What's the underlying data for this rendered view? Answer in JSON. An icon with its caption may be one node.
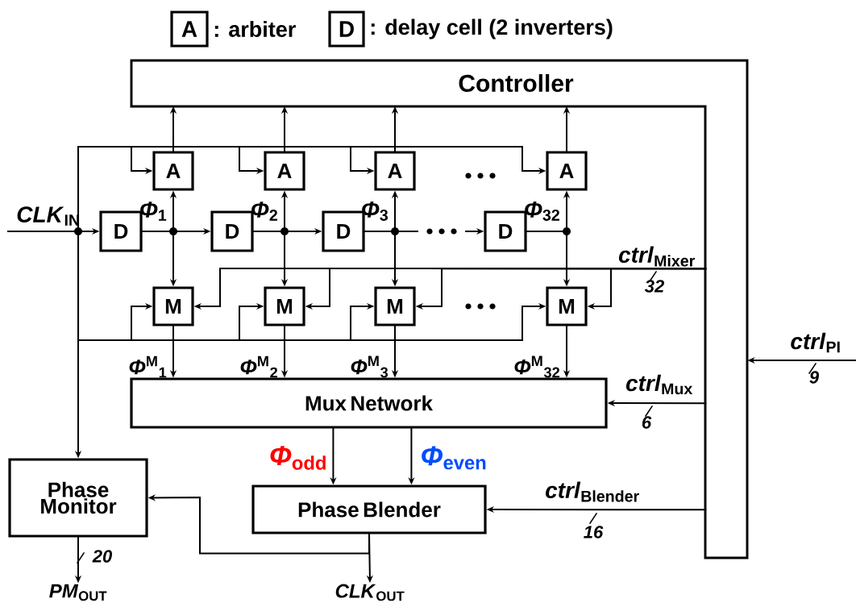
{
  "diagram": {
    "nodes": [
      {
        "text": [
          "A"
        ],
        "beside": [
          ": arbiter"
        ]
      },
      {
        "text": [
          "D"
        ],
        "beside": [
          ": delay cell (2 inverters)"
        ]
      },
      {
        "text": [
          "Controller"
        ]
      },
      {
        "text": [
          "A"
        ]
      },
      {
        "text": [
          "A"
        ]
      },
      {
        "text": [
          "A"
        ]
      },
      {
        "text": [
          "A"
        ]
      },
      {
        "text": [
          "D"
        ]
      },
      {
        "text": [
          "D"
        ]
      },
      {
        "text": [
          "D"
        ]
      },
      {
        "text": [
          "D"
        ]
      },
      {
        "text": [
          "M"
        ]
      },
      {
        "text": [
          "M"
        ]
      },
      {
        "text": [
          "M"
        ]
      },
      {
        "text": [
          "M"
        ]
      },
      {
        "text": [
          "Mux Network"
        ]
      },
      {
        "text": [
          "Phase Monitor"
        ]
      },
      {
        "text": [
          "Phase Blender"
        ]
      },
      {
        "text": [
          "*CLK*$_{OUT}$"
        ]
      },
      {
        "text": [
          "*PM*$_{OUT}$"
        ]
      }
    ],
    "edges": [
      {
        "from": null,
        "to": 7,
        "arrow": "to",
        "label": "*CLK*$_{IN}$"
      },
      {
        "from": null,
        "to": 3,
        "arrow": "to"
      },
      {
        "from": null,
        "to": 4,
        "arrow": "to"
      },
      {
        "from": null,
        "to": 5,
        "arrow": "to"
      },
      {
        "from": null,
        "to": 6,
        "arrow": "to"
      },
      {
        "from": null,
        "to": 11,
        "arrow": "to"
      },
      {
        "from": null,
        "to": 12,
        "arrow": "to"
      },
      {
        "from": null,
        "to": 13,
        "arrow": "to"
      },
      {
        "from": null,
        "to": 14,
        "arrow": "to"
      },
      {
        "from": null,
        "to": 16,
        "arrow": "to"
      },
      {
        "from": 7,
        "to": 3,
        "arrow": "to"
      },
      {
        "from": 7,
        "to": 11,
        "arrow": "to"
      },
      {
        "from": 7,
        "to": 8,
        "arrow": "to"
      },
      {
        "from": 8,
        "to": 4,
        "arrow": "to"
      },
      {
        "from": 8,
        "to": 12,
        "arrow": "to"
      },
      {
        "from": 8,
        "to": 9,
        "arrow": "to"
      },
      {
        "from": 9,
        "to": 5,
        "arrow": "to"
      },
      {
        "from": 9,
        "to": 13,
        "arrow": "to"
      },
      {
        "from": 9,
        "to": 10,
        "arrow": "to"
      },
      {
        "from": 10,
        "to": 6,
        "arrow": "to"
      },
      {
        "from": 10,
        "to": 14,
        "arrow": "to"
      },
      {
        "from": 3,
        "to": 2,
        "arrow": "to"
      },
      {
        "from": 4,
        "to": 2,
        "arrow": "to"
      },
      {
        "from": 5,
        "to": 2,
        "arrow": "to"
      },
      {
        "from": 6,
        "to": 2,
        "arrow": "to"
      },
      {
        "from": 2,
        "to": 11,
        "arrow": "to"
      },
      {
        "from": 2,
        "to": 12,
        "arrow": "to"
      },
      {
        "from": 2,
        "to": 13,
        "arrow": "to"
      },
      {
        "from": 2,
        "to": 14,
        "arrow": "to",
        "label": "*ctrl*$_{Mixer}$"
      },
      {
        "from": 11,
        "to": 15,
        "arrow": "to",
        "label": "*Φ*$^{M}$$_{1}$"
      },
      {
        "from": 12,
        "to": 15,
        "arrow": "to",
        "label": "*Φ*$^{M}$$_{2}$"
      },
      {
        "from": 13,
        "to": 15,
        "arrow": "to",
        "label": "*Φ*$^{M}$$_{3}$"
      },
      {
        "from": 14,
        "to": 15,
        "arrow": "to",
        "label": "*Φ*$^{M}$$_{32}$"
      },
      {
        "from": 2,
        "to": 15,
        "arrow": "to",
        "label": "*ctrl*$_{Mux}$"
      },
      {
        "from": null,
        "to": 2,
        "arrow": "to",
        "label": "*ctrl*$_{PI}$"
      },
      {
        "from": 2,
        "to": 17,
        "arrow": "to",
        "label": "*ctrl*$_{Blender}$"
      },
      {
        "from": 15,
        "to": 17,
        "arrow": "to",
        "label": "*Φ*$_{odd}$"
      },
      {
        "from": 15,
        "to": 17,
        "arrow": "to",
        "label": "*Φ*$_{even}$"
      },
      {
        "from": 17,
        "to": 16,
        "arrow": "to"
      },
      {
        "from": 17,
        "to": 18,
        "arrow": "to"
      },
      {
        "from": 16,
        "to": 19,
        "arrow": "to"
      }
    ],
    "labels": [
      "*Φ*$_{1}$",
      "*Φ*$_{2}$",
      "*Φ*$_{3}$",
      "*Φ*$_{32}$",
      "32",
      "9",
      "6",
      "16",
      "20"
    ]
  }
}
